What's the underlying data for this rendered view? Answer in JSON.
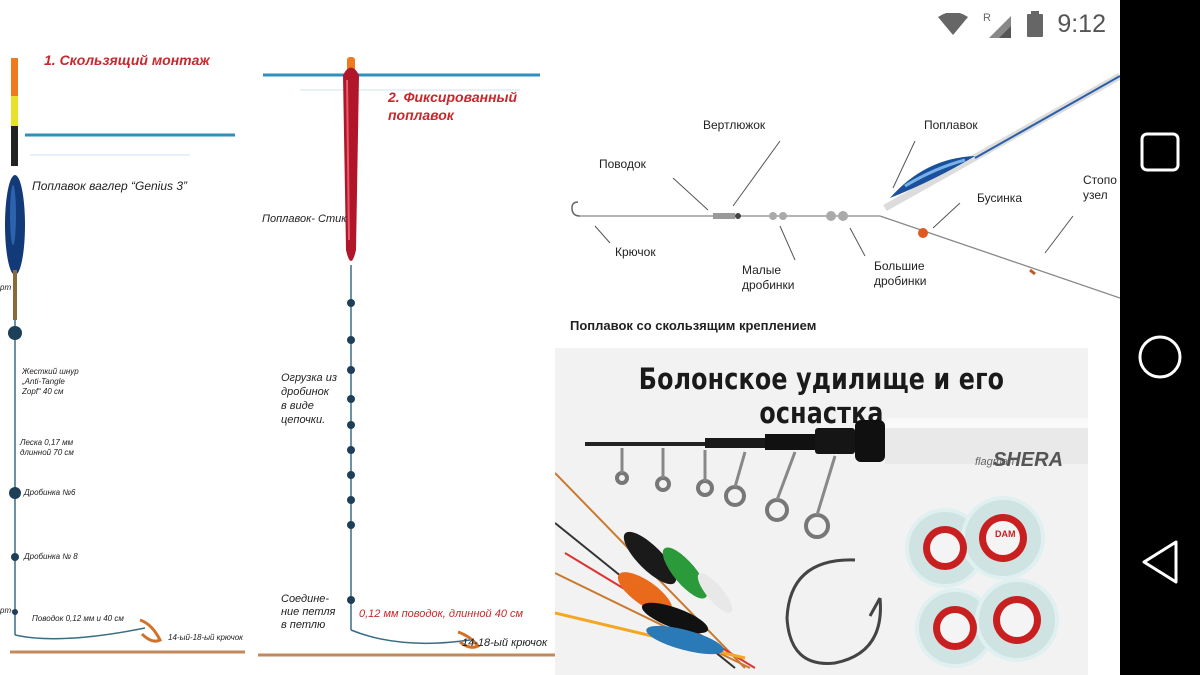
{
  "status_bar": {
    "time": "9:12",
    "roaming": "R"
  },
  "navbar": {
    "buttons": [
      "recents",
      "home",
      "back"
    ]
  },
  "left_diagram": {
    "title_1": "1. Скользящий монтаж",
    "title_2_line1": "2. Фиксированный",
    "title_2_line2": "поплавок",
    "waggler": "Поплавок ваглер “Genius 3”",
    "stick": "Поплавок- Стик",
    "cord_line1": "Жесткий шнур",
    "cord_line2": "„Anti-Tangle",
    "cord_line3": "Zopf“ 40 см",
    "line_line1": "Леска 0,17 мм",
    "line_line2": "длинной 70 см",
    "shot6": "Дробинка №6",
    "shot8": "Дробинка № 8",
    "leader1": "Поводок 0,12 мм и 40 см",
    "hook1": "14-ый-18-ый крючок",
    "weight_line1": "Огрузка из",
    "weight_line2": "дробинок",
    "weight_line3": "в виде",
    "weight_line4": "цепочки.",
    "loop_line1": "Соедине-",
    "loop_line2": "ние петля",
    "loop_line3": "в петлю",
    "leader2": "0,12 мм поводок, длинной 40 см",
    "hook2": "14-18-ый крючок",
    "edge_1": "рт",
    "edge_2": "рт-"
  },
  "right_diagram": {
    "vertluzhok": "Вертлюжок",
    "float": "Поплавок",
    "povodok": "Поводок",
    "stopor_line1": "Стопо",
    "stopor_line2": "узел",
    "businka": "Бусинка",
    "kryuchok": "Крючок",
    "small_shot_line1": "Малые",
    "small_shot_line2": "дробинки",
    "big_shot_line1": "Большие",
    "big_shot_line2": "дробинки",
    "caption": "Поплавок со скользящим креплением"
  },
  "promo": {
    "title": "Болонское удилище и его оснастка",
    "rod_brand": "SHERA",
    "rod_sub": "flagman",
    "box_label": "DAM"
  }
}
